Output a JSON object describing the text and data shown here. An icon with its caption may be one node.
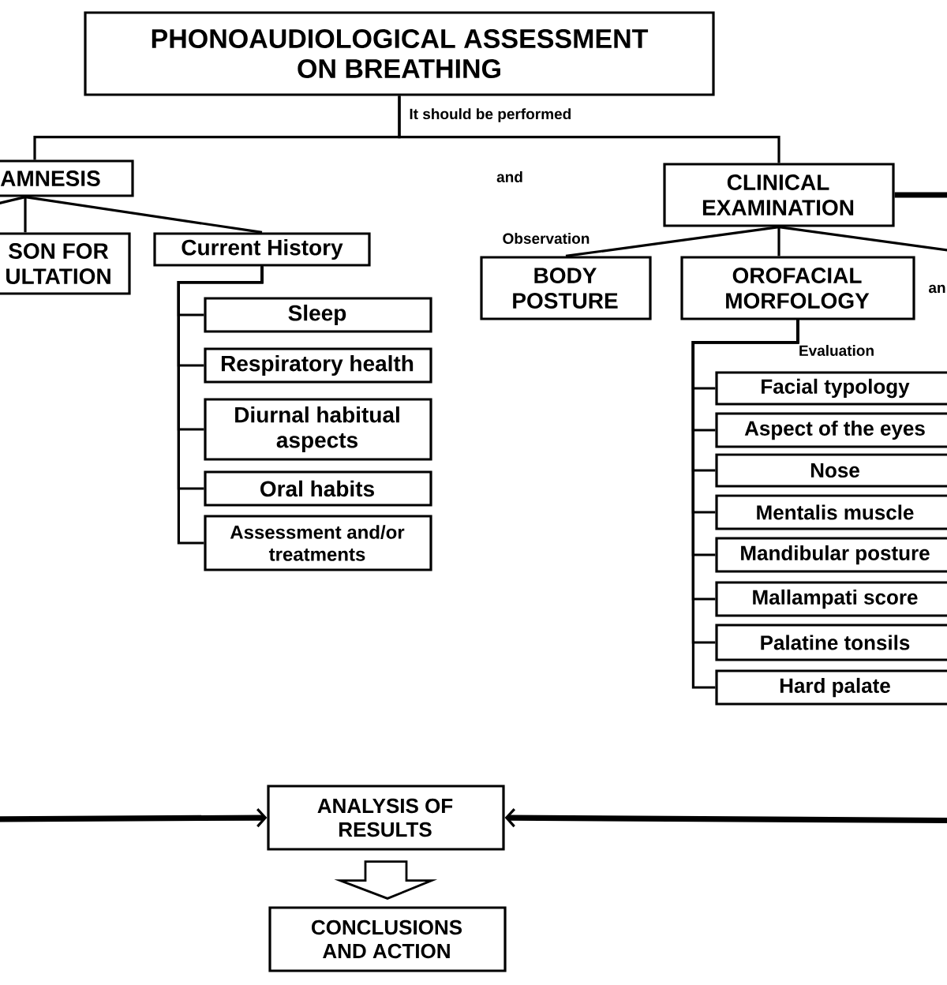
{
  "diagram": {
    "nodes": [
      {
        "text": [
          "PHONOAUDIOLOGICAL ASSESSMENT ON BREATHING"
        ]
      },
      {
        "text": [
          "AMNESIS"
        ]
      },
      {
        "text": [
          "SON FOR ULTATION"
        ]
      },
      {
        "text": [
          "Current History"
        ]
      },
      {
        "text": [
          "Sleep"
        ]
      },
      {
        "text": [
          "Respiratory health"
        ]
      },
      {
        "text": [
          "Diurnal habitual aspects"
        ]
      },
      {
        "text": [
          "Oral habits"
        ]
      },
      {
        "text": [
          "Assessment and/or treatments"
        ]
      },
      {
        "text": [
          "CLINICAL EXAMINATION"
        ]
      },
      {
        "text": [
          "BODY POSTURE"
        ]
      },
      {
        "text": [
          "OROFACIAL MORFOLOGY"
        ]
      },
      {
        "text": [
          "Facial typology"
        ]
      },
      {
        "text": [
          "Aspect of the eyes"
        ]
      },
      {
        "text": [
          "Nose"
        ]
      },
      {
        "text": [
          "Mentalis muscle"
        ]
      },
      {
        "text": [
          "Mandibular posture"
        ]
      },
      {
        "text": [
          "Mallampati score"
        ]
      },
      {
        "text": [
          "Palatine tonsils"
        ]
      },
      {
        "text": [
          "Hard palate"
        ]
      },
      {
        "text": [
          "ANALYSIS OF RESULTS"
        ]
      },
      {
        "text": [
          "CONCLUSIONS AND ACTION"
        ]
      }
    ],
    "edges": [
      {
        "from": 0,
        "to": 1,
        "arrow": "none"
      },
      {
        "from": 0,
        "to": 9,
        "arrow": "none"
      },
      {
        "from": 9,
        "to": null,
        "arrow": "none",
        "style": "thick"
      },
      {
        "from": 1,
        "to": null,
        "arrow": "none"
      },
      {
        "from": 1,
        "to": 2,
        "arrow": "none"
      },
      {
        "from": 1,
        "to": 3,
        "arrow": "none"
      },
      {
        "from": 3,
        "to": 4,
        "arrow": "none"
      },
      {
        "from": 3,
        "to": 5,
        "arrow": "none"
      },
      {
        "from": 3,
        "to": 6,
        "arrow": "none"
      },
      {
        "from": 3,
        "to": 7,
        "arrow": "none"
      },
      {
        "from": 3,
        "to": 8,
        "arrow": "none"
      },
      {
        "from": 9,
        "to": 10,
        "arrow": "none"
      },
      {
        "from": 9,
        "to": 11,
        "arrow": "none"
      },
      {
        "from": 9,
        "to": null,
        "arrow": "none"
      },
      {
        "from": 11,
        "to": 12,
        "arrow": "none"
      },
      {
        "from": 11,
        "to": 13,
        "arrow": "none"
      },
      {
        "from": 11,
        "to": 14,
        "arrow": "none"
      },
      {
        "from": 11,
        "to": 15,
        "arrow": "none"
      },
      {
        "from": 11,
        "to": 16,
        "arrow": "none"
      },
      {
        "from": 11,
        "to": 17,
        "arrow": "none"
      },
      {
        "from": 11,
        "to": 18,
        "arrow": "none"
      },
      {
        "from": 11,
        "to": 19,
        "arrow": "none"
      },
      {
        "from": null,
        "to": 20,
        "arrow": "to",
        "style": "thick"
      },
      {
        "from": null,
        "to": 20,
        "arrow": "to",
        "style": "thick"
      },
      {
        "from": 20,
        "to": 21,
        "arrow": "to"
      }
    ],
    "labels": [
      "It should be performed",
      "and",
      "Observation",
      "an",
      "Evaluation"
    ]
  }
}
